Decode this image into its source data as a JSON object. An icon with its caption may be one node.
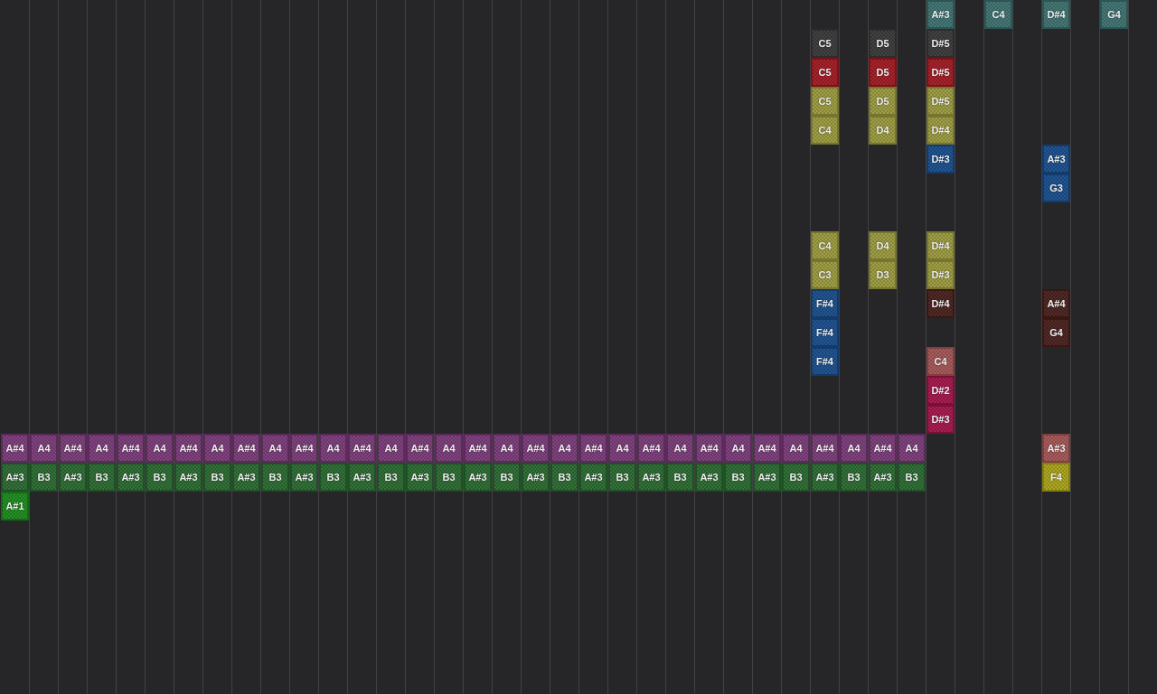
{
  "diagram": {
    "nodes": [
      {
        "text": [
          "A#3"
        ]
      },
      {
        "text": [
          "C4"
        ]
      },
      {
        "text": [
          "D#4"
        ]
      },
      {
        "text": [
          "G4"
        ]
      },
      {
        "text": [
          "C5"
        ]
      },
      {
        "text": [
          "D5"
        ]
      },
      {
        "text": [
          "D#5"
        ]
      },
      {
        "text": [
          "C5"
        ]
      },
      {
        "text": [
          "D5"
        ]
      },
      {
        "text": [
          "D#5"
        ]
      },
      {
        "text": [
          "C5"
        ]
      },
      {
        "text": [
          "D5"
        ]
      },
      {
        "text": [
          "D#5"
        ]
      },
      {
        "text": [
          "C4"
        ]
      },
      {
        "text": [
          "D4"
        ]
      },
      {
        "text": [
          "D#4"
        ]
      },
      {
        "text": [
          "D#3"
        ]
      },
      {
        "text": [
          "A#3"
        ]
      },
      {
        "text": [
          "G3"
        ]
      },
      {
        "text": [
          "C4"
        ]
      },
      {
        "text": [
          "D4"
        ]
      },
      {
        "text": [
          "D#4"
        ]
      },
      {
        "text": [
          "C3"
        ]
      },
      {
        "text": [
          "D3"
        ]
      },
      {
        "text": [
          "D#3"
        ]
      },
      {
        "text": [
          "F#4"
        ]
      },
      {
        "text": [
          "D#4"
        ]
      },
      {
        "text": [
          "A#4"
        ]
      },
      {
        "text": [
          "F#4"
        ]
      },
      {
        "text": [
          "G4"
        ]
      },
      {
        "text": [
          "F#4"
        ]
      },
      {
        "text": [
          "C4"
        ]
      },
      {
        "text": [
          "D#2"
        ]
      },
      {
        "text": [
          "D#3"
        ]
      },
      {
        "text": [
          "A#4"
        ]
      },
      {
        "text": [
          "A4"
        ]
      },
      {
        "text": [
          "A#4"
        ]
      },
      {
        "text": [
          "A4"
        ]
      },
      {
        "text": [
          "A#4"
        ]
      },
      {
        "text": [
          "A4"
        ]
      },
      {
        "text": [
          "A#4"
        ]
      },
      {
        "text": [
          "A4"
        ]
      },
      {
        "text": [
          "A#4"
        ]
      },
      {
        "text": [
          "A4"
        ]
      },
      {
        "text": [
          "A#4"
        ]
      },
      {
        "text": [
          "A4"
        ]
      },
      {
        "text": [
          "A#4"
        ]
      },
      {
        "text": [
          "A4"
        ]
      },
      {
        "text": [
          "A#4"
        ]
      },
      {
        "text": [
          "A4"
        ]
      },
      {
        "text": [
          "A#4"
        ]
      },
      {
        "text": [
          "A4"
        ]
      },
      {
        "text": [
          "A#4"
        ]
      },
      {
        "text": [
          "A4"
        ]
      },
      {
        "text": [
          "A#4"
        ]
      },
      {
        "text": [
          "A4"
        ]
      },
      {
        "text": [
          "A#4"
        ]
      },
      {
        "text": [
          "A4"
        ]
      },
      {
        "text": [
          "A#4"
        ]
      },
      {
        "text": [
          "A4"
        ]
      },
      {
        "text": [
          "A#4"
        ]
      },
      {
        "text": [
          "A4"
        ]
      },
      {
        "text": [
          "A#4"
        ]
      },
      {
        "text": [
          "A4"
        ]
      },
      {
        "text": [
          "A#4"
        ]
      },
      {
        "text": [
          "A4"
        ]
      },
      {
        "text": [
          "A#3"
        ]
      },
      {
        "text": [
          "A#3"
        ]
      },
      {
        "text": [
          "B3"
        ]
      },
      {
        "text": [
          "A#3"
        ]
      },
      {
        "text": [
          "B3"
        ]
      },
      {
        "text": [
          "A#3"
        ]
      },
      {
        "text": [
          "B3"
        ]
      },
      {
        "text": [
          "A#3"
        ]
      },
      {
        "text": [
          "B3"
        ]
      },
      {
        "text": [
          "A#3"
        ]
      },
      {
        "text": [
          "B3"
        ]
      },
      {
        "text": [
          "A#3"
        ]
      },
      {
        "text": [
          "B3"
        ]
      },
      {
        "text": [
          "A#3"
        ]
      },
      {
        "text": [
          "B3"
        ]
      },
      {
        "text": [
          "A#3"
        ]
      },
      {
        "text": [
          "B3"
        ]
      },
      {
        "text": [
          "A#3"
        ]
      },
      {
        "text": [
          "B3"
        ]
      },
      {
        "text": [
          "A#3"
        ]
      },
      {
        "text": [
          "B3"
        ]
      },
      {
        "text": [
          "A#3"
        ]
      },
      {
        "text": [
          "B3"
        ]
      },
      {
        "text": [
          "A#3"
        ]
      },
      {
        "text": [
          "B3"
        ]
      },
      {
        "text": [
          "A#3"
        ]
      },
      {
        "text": [
          "B3"
        ]
      },
      {
        "text": [
          "A#3"
        ]
      },
      {
        "text": [
          "B3"
        ]
      },
      {
        "text": [
          "A#3"
        ]
      },
      {
        "text": [
          "B3"
        ]
      },
      {
        "text": [
          "A#3"
        ]
      },
      {
        "text": [
          "B3"
        ]
      },
      {
        "text": [
          "F4"
        ]
      },
      {
        "text": [
          "A#1"
        ]
      }
    ]
  }
}
